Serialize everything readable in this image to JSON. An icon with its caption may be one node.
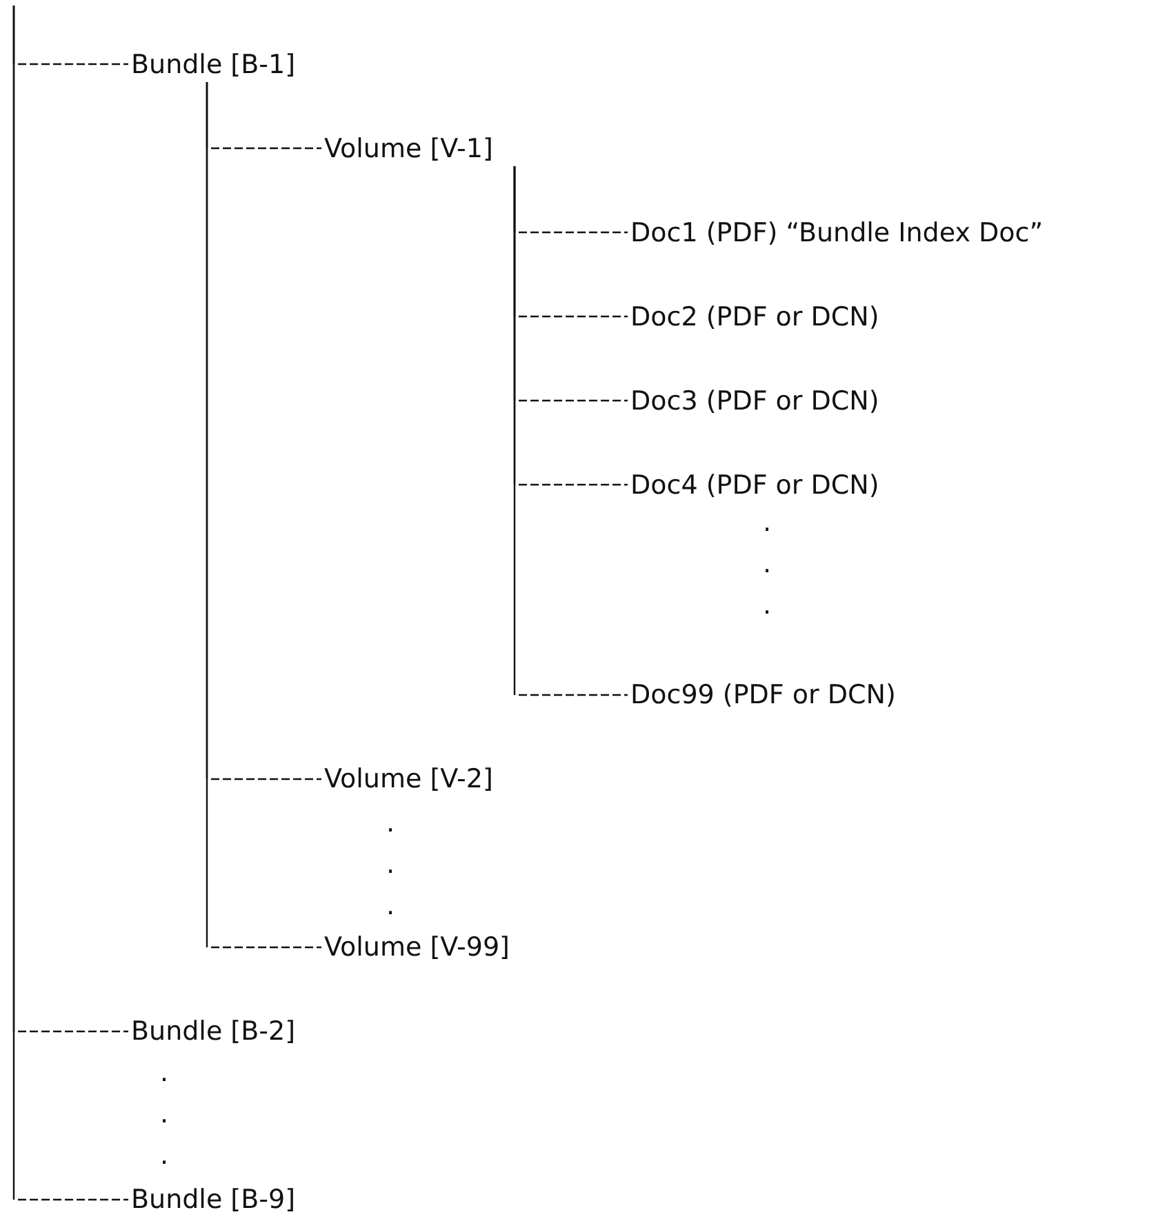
{
  "diagram": {
    "nodes": [
      {
        "text": [
          "Bundle [B-1]"
        ]
      },
      {
        "text": [
          "Volume [V-1]"
        ]
      },
      {
        "text": [
          "Doc1 (PDF) “Bundle Index Doc”"
        ]
      },
      {
        "text": [
          "Doc2 (PDF or DCN)"
        ]
      },
      {
        "text": [
          "Doc3 (PDF or DCN)"
        ]
      },
      {
        "text": [
          "Doc4 (PDF or DCN)"
        ]
      },
      {
        "text": [
          "Doc99 (PDF or DCN)"
        ]
      },
      {
        "text": [
          "Volume [V-2]"
        ]
      },
      {
        "text": [
          "Volume [V-99]"
        ]
      },
      {
        "text": [
          "Bundle [B-2]"
        ]
      },
      {
        "text": [
          "Bundle [B-9]"
        ]
      }
    ],
    "edges": [
      {
        "from": null,
        "to": 0,
        "arrow": "none"
      },
      {
        "from": 0,
        "to": 1,
        "arrow": "none"
      },
      {
        "from": 1,
        "to": 2,
        "arrow": "none"
      },
      {
        "from": 1,
        "to": 3,
        "arrow": "none"
      },
      {
        "from": 1,
        "to": 4,
        "arrow": "none"
      },
      {
        "from": 1,
        "to": 5,
        "arrow": "none"
      },
      {
        "from": 1,
        "to": 6,
        "arrow": "none"
      },
      {
        "from": 0,
        "to": 7,
        "arrow": "none"
      },
      {
        "from": 0,
        "to": 8,
        "arrow": "none"
      },
      {
        "from": null,
        "to": 9,
        "arrow": "none"
      },
      {
        "from": null,
        "to": 10,
        "arrow": "none"
      }
    ],
    "labels": [
      ".",
      ".",
      ".",
      ".",
      ".",
      ".",
      ".",
      ".",
      "."
    ]
  }
}
